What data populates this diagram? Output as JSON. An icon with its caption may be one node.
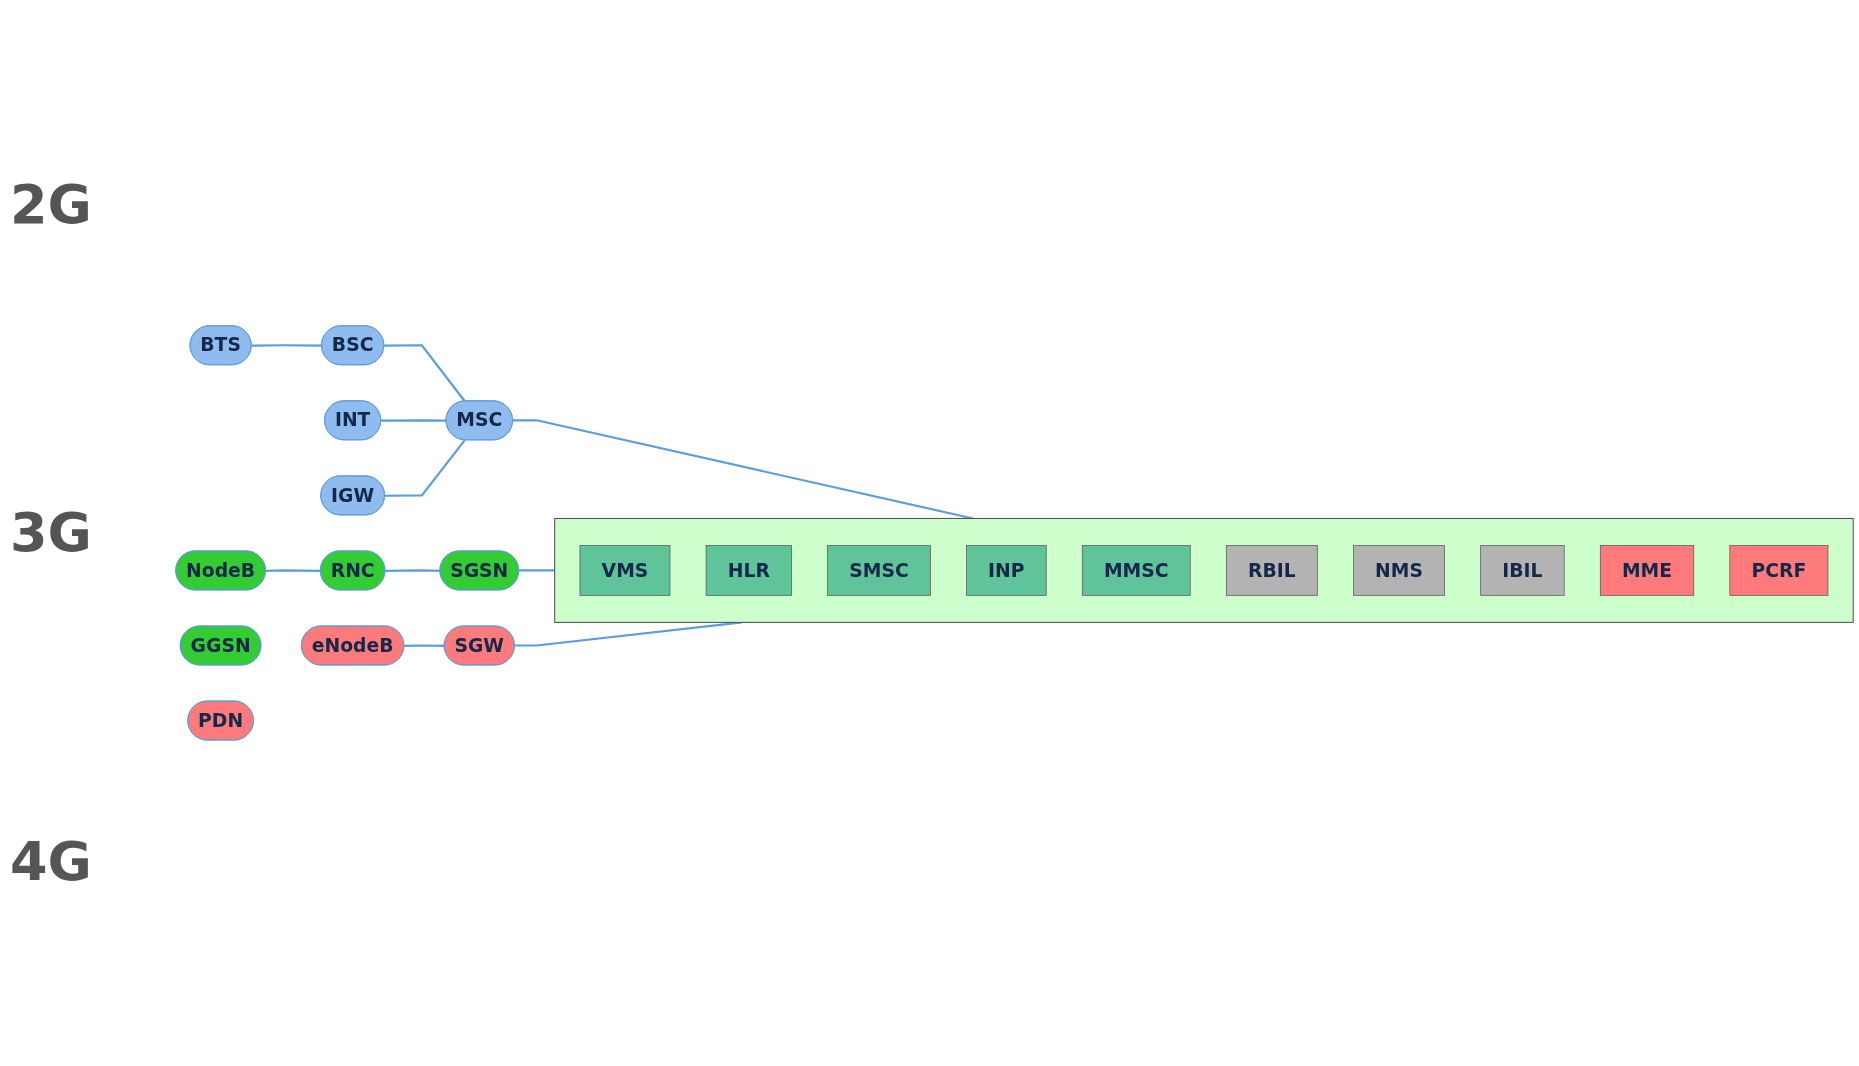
{
  "diagram": {
    "nodes": [
      {
        "text": [
          "INT"
        ]
      },
      {
        "text": [
          "IGW"
        ]
      },
      {
        "text": [
          "BTS"
        ]
      },
      {
        "text": [
          "BSC"
        ]
      },
      {
        "text": [
          "MSC"
        ]
      },
      {
        "text": [
          "NodeB"
        ]
      },
      {
        "text": [
          "RNC"
        ]
      },
      {
        "text": [
          "SGSN"
        ]
      },
      {
        "text": [
          "GGSN"
        ]
      },
      {
        "text": [
          "eNodeB"
        ]
      },
      {
        "text": [
          "SGW"
        ]
      },
      {
        "text": [
          "PDN"
        ]
      },
      {
        "text": [],
        "shape": "box"
      },
      {
        "text": [
          "VMS"
        ],
        "in": 12
      },
      {
        "text": [
          "HLR"
        ],
        "in": 12
      },
      {
        "text": [
          "SMSC"
        ],
        "in": 12
      },
      {
        "text": [
          "INP"
        ],
        "in": 12
      },
      {
        "text": [
          "MMSC"
        ],
        "in": 12
      },
      {
        "text": [
          "RBIL"
        ],
        "in": 12
      },
      {
        "text": [
          "NMS"
        ],
        "in": 12
      },
      {
        "text": [
          "IBIL"
        ],
        "in": 12
      },
      {
        "text": [
          "MME"
        ],
        "in": 12
      },
      {
        "text": [
          "PCRF"
        ],
        "in": 12
      }
    ],
    "edges": [
      {
        "from": 2,
        "to": 3,
        "arrow": "none"
      },
      {
        "from": 3,
        "to": 4,
        "arrow": "none"
      },
      {
        "from": 0,
        "to": 4,
        "arrow": "none"
      },
      {
        "from": 1,
        "to": 4,
        "arrow": "none"
      },
      {
        "from": 4,
        "to": 12,
        "arrow": "none"
      },
      {
        "from": 5,
        "to": 6,
        "arrow": "none"
      },
      {
        "from": 6,
        "to": 7,
        "arrow": "none"
      },
      {
        "from": 7,
        "to": 12,
        "arrow": "none"
      },
      {
        "from": 9,
        "to": 10,
        "arrow": "none"
      },
      {
        "from": 10,
        "to": 12,
        "arrow": "none"
      }
    ],
    "labels": [
      "2G",
      "3G",
      "4G"
    ]
  }
}
